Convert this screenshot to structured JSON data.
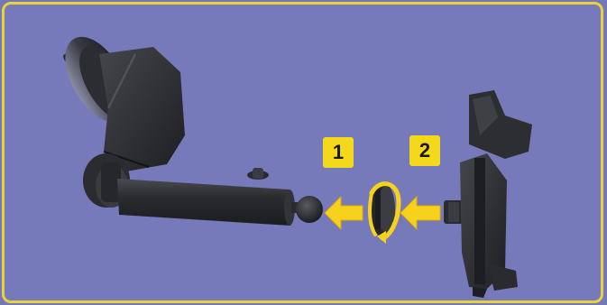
{
  "colors": {
    "background": "#7679ba",
    "frame_border": "#e8d23a",
    "badge": "#f4d81c",
    "arrow": "#f6d21c",
    "device_dark": "#2e2f33"
  },
  "steps": {
    "step1": "1",
    "step2": "2"
  },
  "icons": {
    "arrow_left_1": "arrow-left",
    "arrow_left_2": "arrow-left",
    "rotate": "rotate-arrow"
  }
}
